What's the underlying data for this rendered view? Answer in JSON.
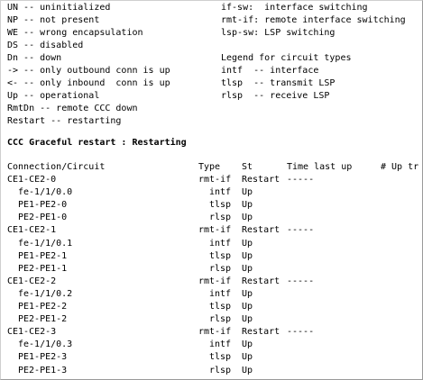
{
  "legend_left": [
    "UN -- uninitialized",
    "NP -- not present",
    "WE -- wrong encapsulation",
    "DS -- disabled",
    "Dn -- down",
    "-> -- only outbound conn is up",
    "<- -- only inbound  conn is up",
    "Up -- operational",
    "RmtDn -- remote CCC down",
    "Restart -- restarting"
  ],
  "legend_right": [
    "if-sw:  interface switching",
    "rmt-if: remote interface switching",
    "lsp-sw: LSP switching",
    "",
    "Legend for circuit types",
    "intf  -- interface",
    "tlsp  -- transmit LSP",
    "rlsp  -- receive LSP"
  ],
  "status_title": "CCC Graceful restart : Restarting",
  "table": {
    "headers": {
      "connection": "Connection/Circuit",
      "type": "Type",
      "st": "St",
      "time": "Time last up",
      "up": "# Up tr"
    },
    "rows": [
      {
        "conn": "CE1-CE2-0",
        "type": "rmt-if",
        "st": "Restart",
        "time": "-----",
        "sub": false
      },
      {
        "conn": "fe-1/1/0.0",
        "type": "intf",
        "st": "Up",
        "time": "",
        "sub": true
      },
      {
        "conn": "PE1-PE2-0",
        "type": "tlsp",
        "st": "Up",
        "time": "",
        "sub": true
      },
      {
        "conn": "PE2-PE1-0",
        "type": "rlsp",
        "st": "Up",
        "time": "",
        "sub": true
      },
      {
        "conn": "CE1-CE2-1",
        "type": "rmt-if",
        "st": "Restart",
        "time": "-----",
        "sub": false
      },
      {
        "conn": "fe-1/1/0.1",
        "type": "intf",
        "st": "Up",
        "time": "",
        "sub": true
      },
      {
        "conn": "PE1-PE2-1",
        "type": "tlsp",
        "st": "Up",
        "time": "",
        "sub": true
      },
      {
        "conn": "PE2-PE1-1",
        "type": "rlsp",
        "st": "Up",
        "time": "",
        "sub": true
      },
      {
        "conn": "CE1-CE2-2",
        "type": "rmt-if",
        "st": "Restart",
        "time": "-----",
        "sub": false
      },
      {
        "conn": "fe-1/1/0.2",
        "type": "intf",
        "st": "Up",
        "time": "",
        "sub": true
      },
      {
        "conn": "PE1-PE2-2",
        "type": "tlsp",
        "st": "Up",
        "time": "",
        "sub": true
      },
      {
        "conn": "PE2-PE1-2",
        "type": "rlsp",
        "st": "Up",
        "time": "",
        "sub": true
      },
      {
        "conn": "CE1-CE2-3",
        "type": "rmt-if",
        "st": "Restart",
        "time": "-----",
        "sub": false
      },
      {
        "conn": "fe-1/1/0.3",
        "type": "intf",
        "st": "Up",
        "time": "",
        "sub": true
      },
      {
        "conn": "PE1-PE2-3",
        "type": "tlsp",
        "st": "Up",
        "time": "",
        "sub": true
      },
      {
        "conn": "PE2-PE1-3",
        "type": "rlsp",
        "st": "Up",
        "time": "",
        "sub": true
      }
    ]
  }
}
